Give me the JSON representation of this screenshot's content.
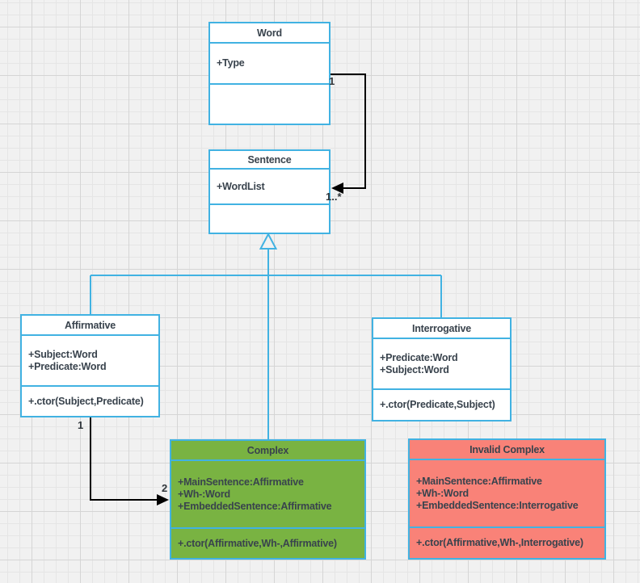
{
  "diagram": {
    "classes": {
      "word": {
        "title": "Word",
        "attributes": [
          "+Type"
        ],
        "methods": [],
        "fill": "#FFFFFF"
      },
      "sentence": {
        "title": "Sentence",
        "attributes": [
          "+WordList"
        ],
        "methods": [],
        "fill": "#FFFFFF"
      },
      "affirmative": {
        "title": "Affirmative",
        "attributes": [
          "+Subject:Word",
          "+Predicate:Word"
        ],
        "methods": [
          "+.ctor(Subject,Predicate)"
        ],
        "fill": "#FFFFFF"
      },
      "interrogative": {
        "title": "Interrogative",
        "attributes": [
          "+Predicate:Word",
          "+Subject:Word"
        ],
        "methods": [
          "+.ctor(Predicate,Subject)"
        ],
        "fill": "#FFFFFF"
      },
      "complex": {
        "title": "Complex",
        "attributes": [
          "+MainSentence:Affirmative",
          "+Wh-:Word",
          "+EmbeddedSentence:Affirmative"
        ],
        "methods": [
          "+.ctor(Affirmative,Wh-,Affirmative)"
        ],
        "fill": "#79B342"
      },
      "invalid_complex": {
        "title": "Invalid Complex",
        "attributes": [
          "+MainSentence:Affirmative",
          "+Wh-:Word",
          "+EmbeddedSentence:Interrogative"
        ],
        "methods": [
          "+.ctor(Affirmative,Wh-,Interrogative)"
        ],
        "fill": "#F98278"
      }
    },
    "edges": {
      "word_sentence": {
        "source_label": "1",
        "target_label": "1..*"
      },
      "affirmative_complex": {
        "source_label": "1",
        "target_label": "2"
      }
    },
    "colors": {
      "node_stroke": "#41B2E2",
      "edge_stroke": "#000000",
      "text": "#39434D",
      "complex_fill": "#79B342",
      "invalid_complex_fill": "#F98278",
      "canvas_background": "#F1F1F1"
    }
  }
}
